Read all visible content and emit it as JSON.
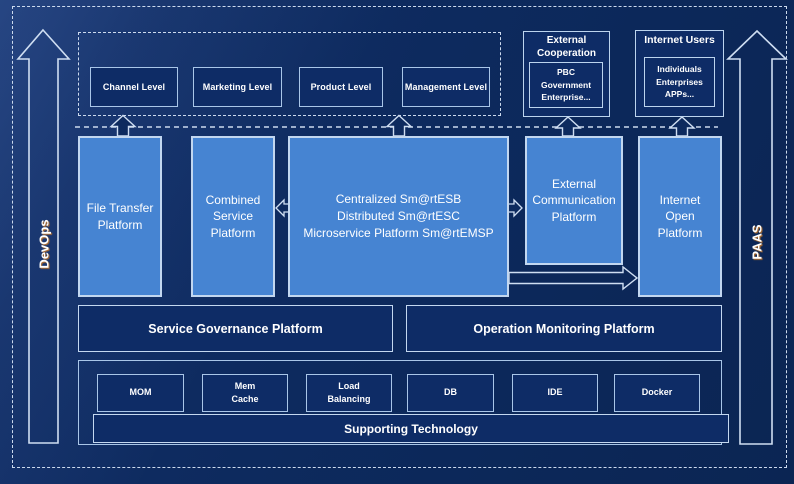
{
  "colors": {
    "background": "#0d2a5e",
    "platform_blue": "#4684d2",
    "box_navy": "#0e2c66",
    "line_light": "#ccdaee",
    "accent_orange": "#de8223",
    "text": "#ffffff"
  },
  "side_rails": {
    "left_label": "DevOps",
    "right_label": "PAAS"
  },
  "levels": {
    "items": [
      {
        "label": "Channel Level"
      },
      {
        "label": "Marketing Level"
      },
      {
        "label": "Product Level"
      },
      {
        "label": "Management Level"
      }
    ]
  },
  "external_cooperation": {
    "title": "External Cooperation",
    "members": "PBC Government Enterprise..."
  },
  "internet_users": {
    "title": "Internet Users",
    "members": "Individuals Enterprises APPs..."
  },
  "platforms": {
    "file_transfer": "File Transfer Platform",
    "combined_service": "Combined Service Platform",
    "central_lines": [
      "Centralized Sm@rtESB",
      "Distributed Sm@rtESC",
      "Microservice Platform Sm@rtEMSP"
    ],
    "external_communication": "External Communication Platform",
    "internet_open": "Internet Open Platform"
  },
  "governance": {
    "service": "Service Governance Platform",
    "monitoring": "Operation Monitoring Platform"
  },
  "supporting": {
    "techs": [
      {
        "label": "MOM"
      },
      {
        "label": "Mem Cache"
      },
      {
        "label": "Load Balancing"
      },
      {
        "label": "DB"
      },
      {
        "label": "IDE"
      },
      {
        "label": "Docker"
      }
    ],
    "banner": "Supporting Technology"
  }
}
